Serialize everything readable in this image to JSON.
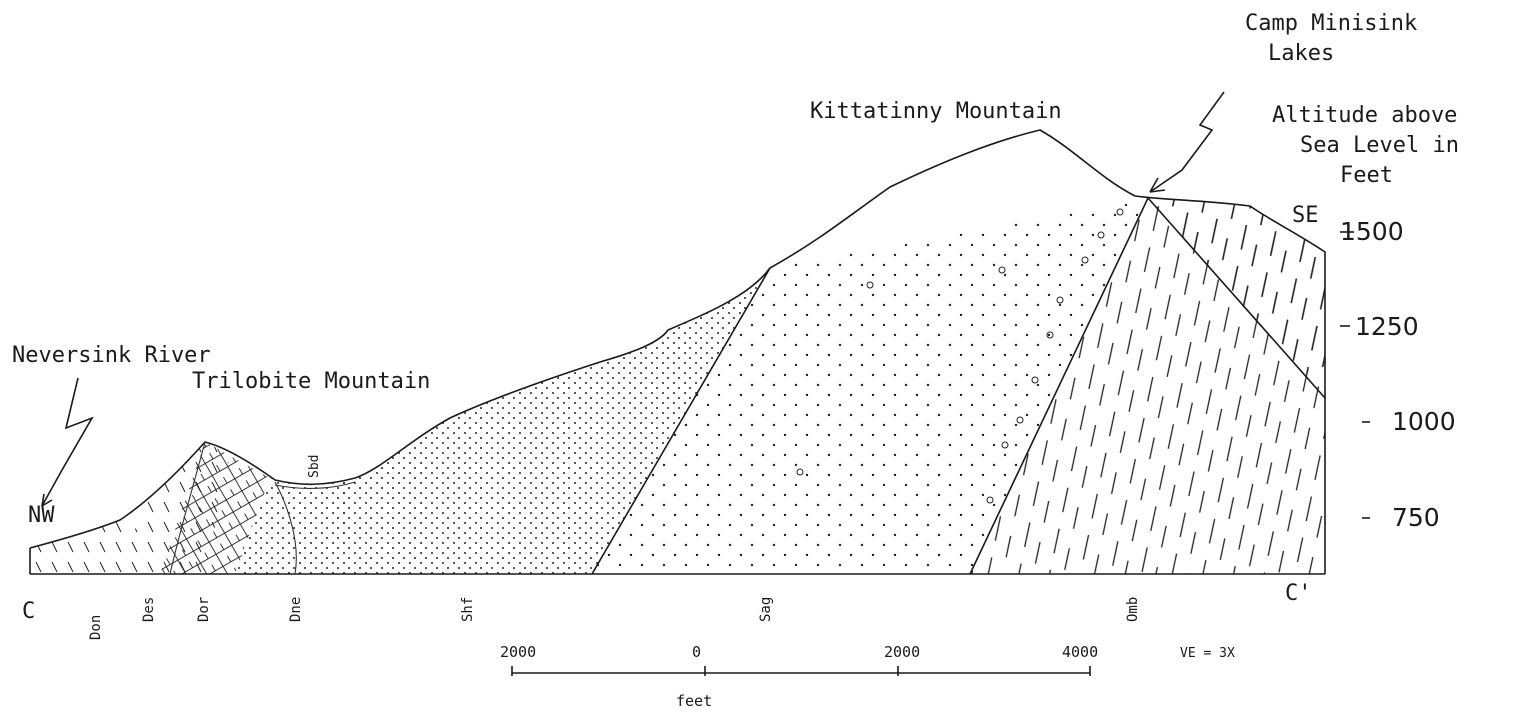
{
  "section": {
    "labels": {
      "camp_minisink": "Camp Minisink",
      "lakes": "Lakes",
      "kittatinny": "Kittatinny Mountain",
      "altitude_1": "Altitude above",
      "altitude_2": "Sea Level in",
      "altitude_3": "Feet",
      "se": "SE",
      "nw": "NW",
      "neversink": "Neversink River",
      "trilobite": "Trilobite Mountain",
      "sbd": "Sbd",
      "c_left": "C",
      "c_right": "C'"
    },
    "altitude_ticks": [
      "1500",
      "1250",
      "1000",
      "750"
    ],
    "units": [
      "Don",
      "Des",
      "Dor",
      "Dne",
      "Shf",
      "Sag",
      "Omb"
    ],
    "scale": {
      "ticks": [
        "2000",
        "0",
        "2000",
        "4000"
      ],
      "unit": "feet",
      "ve": "VE = 3X"
    }
  }
}
